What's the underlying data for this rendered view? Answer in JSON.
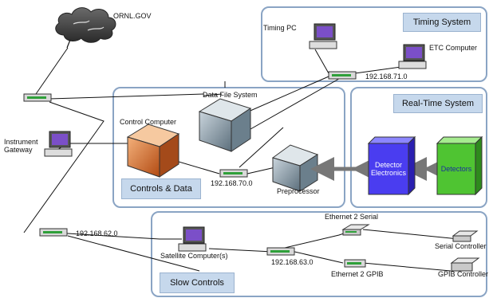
{
  "nodes": {
    "ornl": "ORNL.GOV",
    "timing_pc": "Timing PC",
    "etc_computer": "ETC Computer",
    "data_file_system": "Data File System",
    "control_computer": "Control Computer",
    "instrument_gateway": "Instrument\nGateway",
    "preprocessor": "Preprocessor",
    "detector_electronics": "Detector\nElectronics",
    "detectors": "Detectors",
    "ethernet_serial": "Ethernet 2 Serial",
    "ethernet_gpib": "Ethernet 2 GPIB",
    "serial_controller": "Serial Controller",
    "gpib_controller": "GPIB Controller",
    "satellite": "Satellite Computer(s)"
  },
  "subnets": {
    "s71": "192.168.71.0",
    "s70": "192.168.70.0",
    "s62": "192.168.62.0",
    "s63": "192.168.63.0"
  },
  "groups": {
    "timing": "Timing System",
    "realtime": "Real-Time System",
    "controls": "Controls & Data",
    "slow": "Slow Controls"
  },
  "colors": {
    "group_border": "#8aa4c4",
    "group_fill": "#c6d8ec",
    "detector_electronics": "#4a3df0",
    "detectors": "#4fc432",
    "arrow": "#777777"
  }
}
